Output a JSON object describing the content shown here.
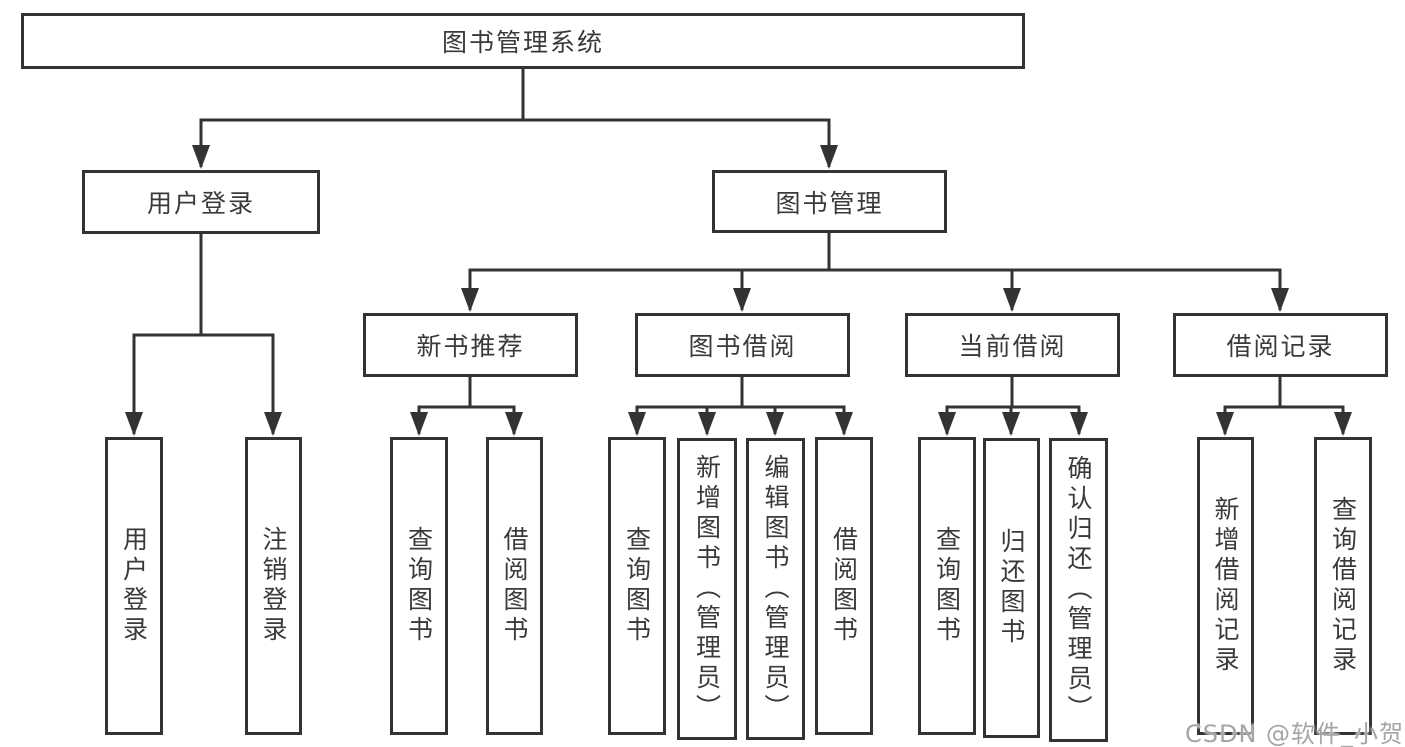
{
  "diagram_title": "图书管理系统",
  "tree": {
    "root": {
      "label": "图书管理系统"
    },
    "user_login": {
      "label": "用户登录",
      "children": [
        {
          "label": "用户登录"
        },
        {
          "label": "注销登录"
        }
      ]
    },
    "book_mgmt": {
      "label": "图书管理"
    },
    "sections": [
      {
        "label": "新书推荐",
        "children": [
          {
            "label": "查询图书"
          },
          {
            "label": "借阅图书"
          }
        ]
      },
      {
        "label": "图书借阅",
        "children": [
          {
            "label": "查询图书"
          },
          {
            "label": "新增图书（管理员）"
          },
          {
            "label": "编辑图书（管理员）"
          },
          {
            "label": "借阅图书"
          }
        ]
      },
      {
        "label": "当前借阅",
        "children": [
          {
            "label": "查询图书"
          },
          {
            "label": "归还图书"
          },
          {
            "label": "确认归还（管理员）"
          }
        ]
      },
      {
        "label": "借阅记录",
        "children": [
          {
            "label": "新增借阅记录"
          },
          {
            "label": "查询借阅记录"
          }
        ]
      }
    ]
  },
  "watermark": "CSDN @软件_小贺同学",
  "colors": {
    "line": "#333333",
    "text": "#3a3a3a",
    "box_background": "#ffffff",
    "watermark_text": "#a5a5a5"
  }
}
